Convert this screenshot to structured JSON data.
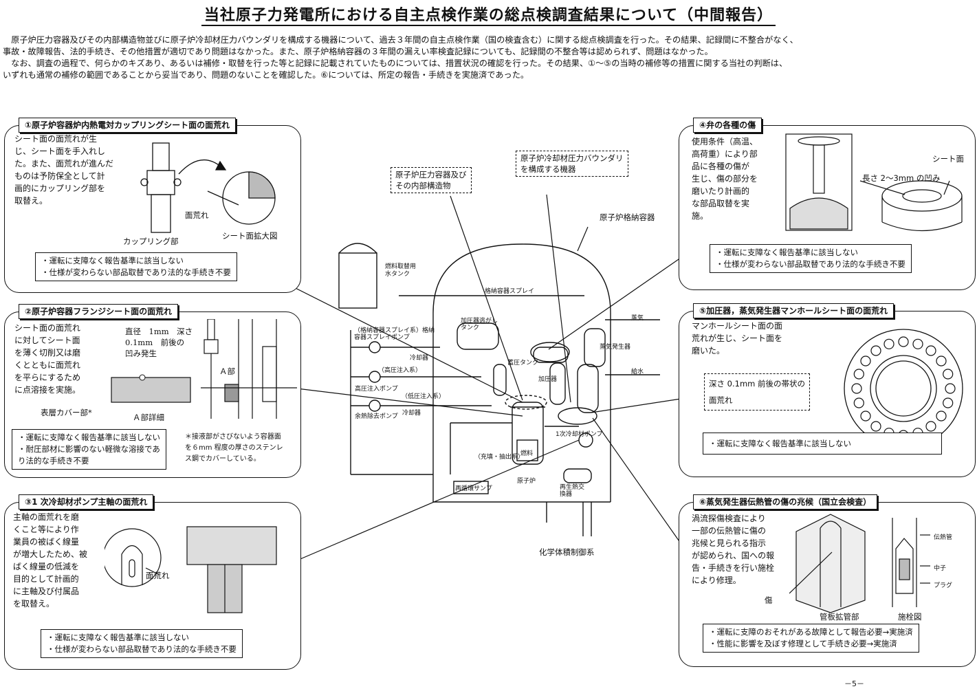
{
  "title": "当社原子力発電所における自主点検作業の総点検調査結果について（中間報告）",
  "intro": [
    "　原子炉圧力容器及びその内部構造物並びに原子炉冷却材圧力バウンダリを構成する機器について、過去３年間の自主点検作業（国の検査含む）に関する総点検調査を行った。その結果、記録間に不整合がなく、",
    "事故・故障報告、法的手続き、その他措置が適切であり問題はなかった。また、原子炉格納容器の３年間の漏えい率検査記録についても、記録間の不整合等は認められず、問題はなかった。",
    "　なお、調査の過程で、何らかのキズあり、あるいは補修・取替を行った等と記録に記載されていたものについては、措置状況の確認を行った。その結果、①～⑤の当時の補修等の措置に関する当社の判断は、",
    "いずれも通常の補修の範囲であることから妥当であり、問題のないことを確認した。⑥については、所定の報告・手続きを実施済であった。"
  ],
  "panel1": {
    "title": "①原子炉容器炉内熱電対カップリングシート面の面荒れ",
    "text": [
      "シート面の面荒れが生",
      "じ、シート面を手入れし",
      "た。また、面荒れが進んだ",
      "ものは予防保全として計",
      "画的にカップリング部を",
      "取替え。"
    ],
    "label_rough": "面荒れ",
    "label_coupling": "カップリング部",
    "label_seat": "シート面拡大図",
    "summary": [
      "・運転に支障なく報告基準に該当しない",
      "・仕様が変わらない部品取替であり法的な手続き不要"
    ]
  },
  "panel2": {
    "title": "②原子炉容器フランジシート面の面荒れ",
    "text": [
      "シート面の面荒れ",
      "に対してシート面",
      "を薄く切削又は磨",
      "くとともに面荒れ",
      "を平らにするため",
      "に点溶接を実施。"
    ],
    "pit": [
      "直径　1mm　深さ",
      "0.1mm　前後の",
      "凹み発生"
    ],
    "label_cover": "表層カバー部*",
    "label_detail": "Ａ部詳細",
    "label_a": "Ａ部",
    "summary": [
      "・運転に支障なく報告基準に該当しない",
      "・耐圧部材に影響のない軽微な溶接であ",
      "り法的な手続き不要"
    ],
    "note": [
      "＊接液部がさびないよう容器面",
      "を６mm 程度の厚さのステンレ",
      "ス鋼でカバーしている。"
    ]
  },
  "panel3": {
    "title": "③1 次冷却材ポンプ主軸の面荒れ",
    "text": [
      "主軸の面荒れを磨",
      "くこと等により作",
      "業員の被ばく線量",
      "が増大したため、被",
      "ばく線量の低減を",
      "目的として計画的",
      "に主軸及び付属品",
      "を取替え。"
    ],
    "label_rough": "面荒れ",
    "summary": [
      "・運転に支障なく報告基準に該当しない",
      "・仕様が変わらない部品取替であり法的な手続き不要"
    ]
  },
  "panel4": {
    "title": "④弁の各種の傷",
    "text": [
      "使用条件（高温、",
      "高荷重）により部",
      "品に各種の傷が",
      "生じ、傷の部分を",
      "磨いたり計画的",
      "な部品取替を実",
      "施。"
    ],
    "label_seat": "シート面",
    "label_length": "長さ 2～3mm の凹み",
    "summary": [
      "・運転に支障なく報告基準に該当しない",
      "・仕様が変わらない部品取替であり法的な手続き不要"
    ]
  },
  "panel5": {
    "title": "⑤加圧器，蒸気発生器マンホールシート面の面荒れ",
    "text": [
      "マンホールシート面の面",
      "荒れが生じ、シート面を",
      "磨いた。"
    ],
    "depth": [
      "深さ 0.1mm 前後の帯状の",
      "面荒れ"
    ],
    "summary": [
      "・運転に支障なく報告基準に該当しない"
    ]
  },
  "panel6": {
    "title": "⑥蒸気発生器伝熱管の傷の兆候（国立会検査）",
    "text": [
      "渦流探傷検査により",
      "一部の伝熱管に傷の",
      "兆候と見られる指示",
      "が認められ、国への報",
      "告・手続きを行い施栓",
      "により修理。"
    ],
    "label_scratch": "傷",
    "label_tube": "管板拡管部",
    "label_plug": "施栓図",
    "label_heat": "伝熱管",
    "label_core": "中子",
    "label_plugpart": "プラグ",
    "summary": [
      "・運転に支障のおそれがある故障として報告必要→実施済",
      "・性能に影響を及ぼす修理として手続き必要→実施済"
    ]
  },
  "center": {
    "label_rpv": [
      "原子炉圧力容器及び",
      "その内部構造物"
    ],
    "label_boundary": [
      "原子炉冷却材圧力バウンダリ",
      "を構成する機器"
    ],
    "label_cv": "原子炉格納容器",
    "label_cvcs": "化学体積制御系",
    "small": {
      "tank": "燃料取替用水タンク",
      "spray": "格納容器スプレイ",
      "spray_pump": "（格納容器スプレイ系）格納容器スプレイポンプ",
      "cooler": "冷却器",
      "hi_inject": "（高圧注入系）",
      "hi_pump": "高圧注入ポンプ",
      "lo_inject": "（低圧注入系）",
      "rhr_pump": "余熱除去ポンプ",
      "rhr_cooler": "冷却器",
      "pzr_tank": "加圧器逃がしタンク",
      "pzr": "加圧器",
      "accum": "蓄圧タンク",
      "sg": "蒸気発生器",
      "steam": "蒸気",
      "feed": "給水",
      "fuel": "燃料",
      "pump": "1次冷却材ポンプ",
      "vessel": "原子炉",
      "charging": "（充填・抽出系）",
      "sump": "再循環サンプ",
      "regen": "再生熱交換器"
    }
  },
  "page_no": "－5－"
}
